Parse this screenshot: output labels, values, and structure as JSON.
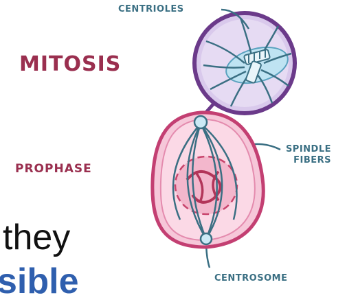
{
  "diagram": {
    "title": "MITOSIS",
    "phase": "PROPHASE",
    "labels": {
      "centrioles": "CENTRIOLES",
      "spindle_fibers": "SPINDLE FIBERS",
      "centrosome": "CENTROSOME"
    },
    "colors": {
      "cell_fill": "#f6c7d9",
      "cell_outline": "#c33f72",
      "spindle": "#3a6f83",
      "nucleus": "#c8446c",
      "zoom_fill": "#d9c9ec",
      "zoom_outline": "#6b3a8a",
      "label_blue": "#3a6f83",
      "title_maroon": "#9a2f4f"
    }
  },
  "slide_text": {
    "line1": "they",
    "line2": "sible"
  }
}
